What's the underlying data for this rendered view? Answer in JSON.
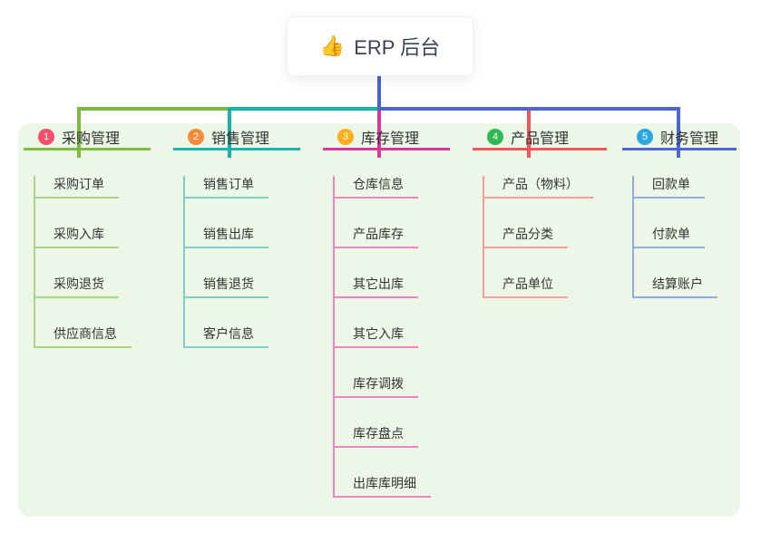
{
  "root": {
    "icon": "👍",
    "label": "ERP 后台"
  },
  "colors": {
    "canvas_bg": "#ffffff",
    "panel_bg": "#edf7e7",
    "root_line": "#4c5fd3",
    "root_text": "#3b4254",
    "node_text": "#333333"
  },
  "branches": [
    {
      "number": "1",
      "title": "采购管理",
      "badge_color": "#f4506c",
      "line_color": "#7cb93e",
      "child_line_color": "#abd489",
      "children": [
        "采购订单",
        "采购入库",
        "采购退货",
        "供应商信息"
      ]
    },
    {
      "number": "2",
      "title": "销售管理",
      "badge_color": "#f8893a",
      "line_color": "#18b3aa",
      "child_line_color": "#7fcfc7",
      "children": [
        "销售订单",
        "销售出库",
        "销售退货",
        "客户信息"
      ]
    },
    {
      "number": "3",
      "title": "库存管理",
      "badge_color": "#fbb01b",
      "line_color": "#d6399b",
      "child_line_color": "#ee84bd",
      "children": [
        "仓库信息",
        "产品库存",
        "其它出库",
        "其它入库",
        "库存调拨",
        "库存盘点",
        "出库库明细"
      ]
    },
    {
      "number": "4",
      "title": "产品管理",
      "badge_color": "#2fb950",
      "line_color": "#f4555b",
      "child_line_color": "#f79ba0",
      "children": [
        "产品（物料）",
        "产品分类",
        "产品单位"
      ]
    },
    {
      "number": "5",
      "title": "财务管理",
      "badge_color": "#2aa7e0",
      "line_color": "#4b66cf",
      "child_line_color": "#92a9e2",
      "children": [
        "回款单",
        "付款单",
        "结算账户"
      ]
    }
  ]
}
